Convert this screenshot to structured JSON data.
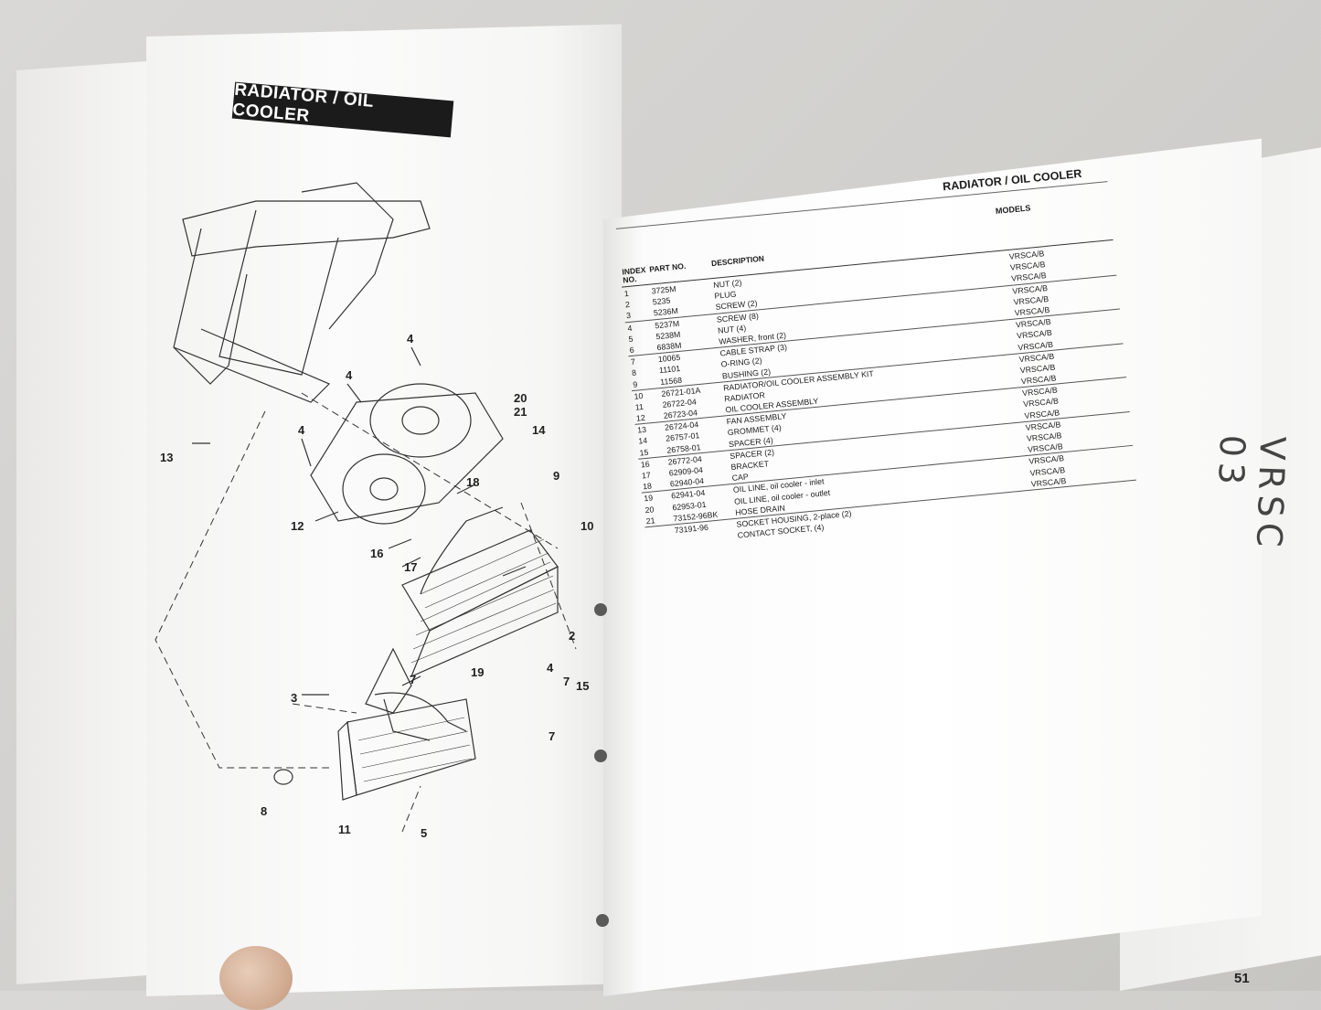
{
  "left_page": {
    "title": "RADIATOR / OIL COOLER",
    "callouts": [
      "4",
      "4",
      "4",
      "20",
      "21",
      "14",
      "13",
      "9",
      "18",
      "12",
      "10",
      "16",
      "17",
      "3",
      "7",
      "19",
      "4",
      "7",
      "15",
      "2",
      "7",
      "8",
      "11",
      "5"
    ]
  },
  "right_page": {
    "header": "RADIATOR / OIL COOLER",
    "models_header": "MODELS",
    "columns": {
      "index": "INDEX NO.",
      "part": "PART NO.",
      "description": "DESCRIPTION"
    },
    "rows": [
      {
        "index": "1",
        "part": "3725M",
        "desc": "NUT (2)",
        "model": "VRSCA/B"
      },
      {
        "index": "2",
        "part": "5235",
        "desc": "PLUG",
        "model": "VRSCA/B"
      },
      {
        "index": "3",
        "part": "5236M",
        "desc": "SCREW (2)",
        "model": "VRSCA/B"
      },
      {
        "index": "4",
        "part": "5237M",
        "desc": "SCREW (8)",
        "model": "VRSCA/B"
      },
      {
        "index": "5",
        "part": "5238M",
        "desc": "NUT (4)",
        "model": "VRSCA/B"
      },
      {
        "index": "6",
        "part": "6838M",
        "desc": "WASHER, front (2)",
        "model": "VRSCA/B"
      },
      {
        "index": "7",
        "part": "10065",
        "desc": "CABLE STRAP (3)",
        "model": "VRSCA/B"
      },
      {
        "index": "8",
        "part": "11101",
        "desc": "O-RING (2)",
        "model": "VRSCA/B"
      },
      {
        "index": "9",
        "part": "11568",
        "desc": "BUSHING (2)",
        "model": "VRSCA/B"
      },
      {
        "index": "10",
        "part": "26721-01A",
        "desc": "RADIATOR/OIL COOLER ASSEMBLY KIT",
        "model": "VRSCA/B"
      },
      {
        "index": "11",
        "part": "26722-04",
        "desc": "RADIATOR",
        "model": "VRSCA/B"
      },
      {
        "index": "12",
        "part": "26723-04",
        "desc": "OIL COOLER ASSEMBLY",
        "model": "VRSCA/B"
      },
      {
        "index": "13",
        "part": "26724-04",
        "desc": "FAN ASSEMBLY",
        "model": "VRSCA/B"
      },
      {
        "index": "14",
        "part": "26757-01",
        "desc": "GROMMET (4)",
        "model": "VRSCA/B"
      },
      {
        "index": "15",
        "part": "26758-01",
        "desc": "SPACER (4)",
        "model": "VRSCA/B"
      },
      {
        "index": "16",
        "part": "26772-04",
        "desc": "SPACER (2)",
        "model": "VRSCA/B"
      },
      {
        "index": "17",
        "part": "62909-04",
        "desc": "BRACKET",
        "model": "VRSCA/B"
      },
      {
        "index": "18",
        "part": "62940-04",
        "desc": "CAP",
        "model": "VRSCA/B"
      },
      {
        "index": "19",
        "part": "62941-04",
        "desc": "OIL LINE, oil cooler - inlet",
        "model": "VRSCA/B"
      },
      {
        "index": "20",
        "part": "62953-01",
        "desc": "OIL LINE, oil cooler - outlet",
        "model": "VRSCA/B"
      },
      {
        "index": "21",
        "part": "73152-96BK",
        "desc": "HOSE DRAIN",
        "model": "VRSCA/B"
      },
      {
        "index": "",
        "part": "73191-96",
        "desc": "SOCKET HOUSING, 2-place (2)",
        "model": ""
      },
      {
        "index": "",
        "part": "",
        "desc": "CONTACT SOCKET, (4)",
        "model": ""
      }
    ],
    "page_number": "51",
    "handwriting": "VRSC 03"
  }
}
